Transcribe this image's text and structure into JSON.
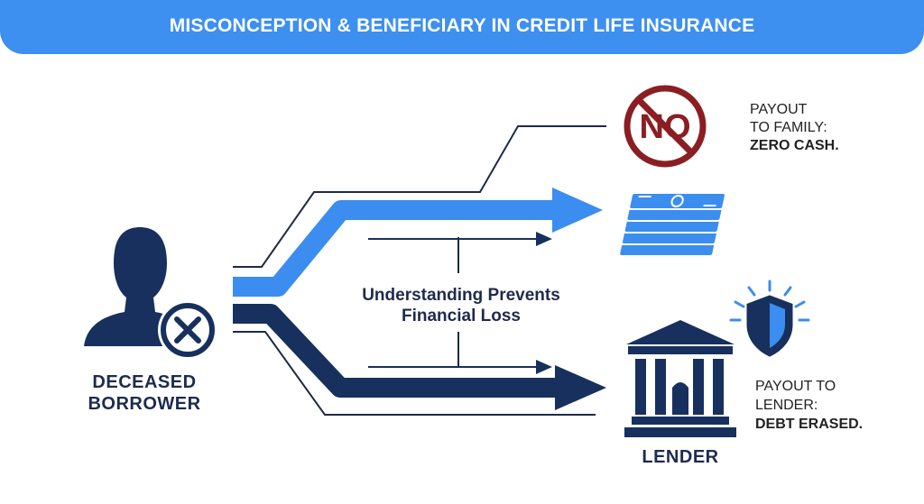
{
  "header": {
    "title": "MISCONCEPTION & BENEFICIARY IN CREDIT LIFE INSURANCE"
  },
  "borrower": {
    "label_line1": "DECEASED",
    "label_line2": "BORROWER"
  },
  "center": {
    "line1": "Understanding Prevents",
    "line2": "Financial Loss"
  },
  "family_outcome": {
    "no_sign_text": "NO",
    "line1": "PAYOUT",
    "line2": "TO FAMILY:",
    "line3": "ZERO CASH."
  },
  "lender_outcome": {
    "line1": "PAYOUT TO",
    "line2": "LENDER:",
    "line3": "DEBT ERASED.",
    "label": "LENDER"
  },
  "colors": {
    "banner": "#3d8ff0",
    "light_blue": "#3b8def",
    "navy": "#17305e",
    "no_sign_red": "#8b1e22",
    "text_dark": "#1d2b4f"
  }
}
